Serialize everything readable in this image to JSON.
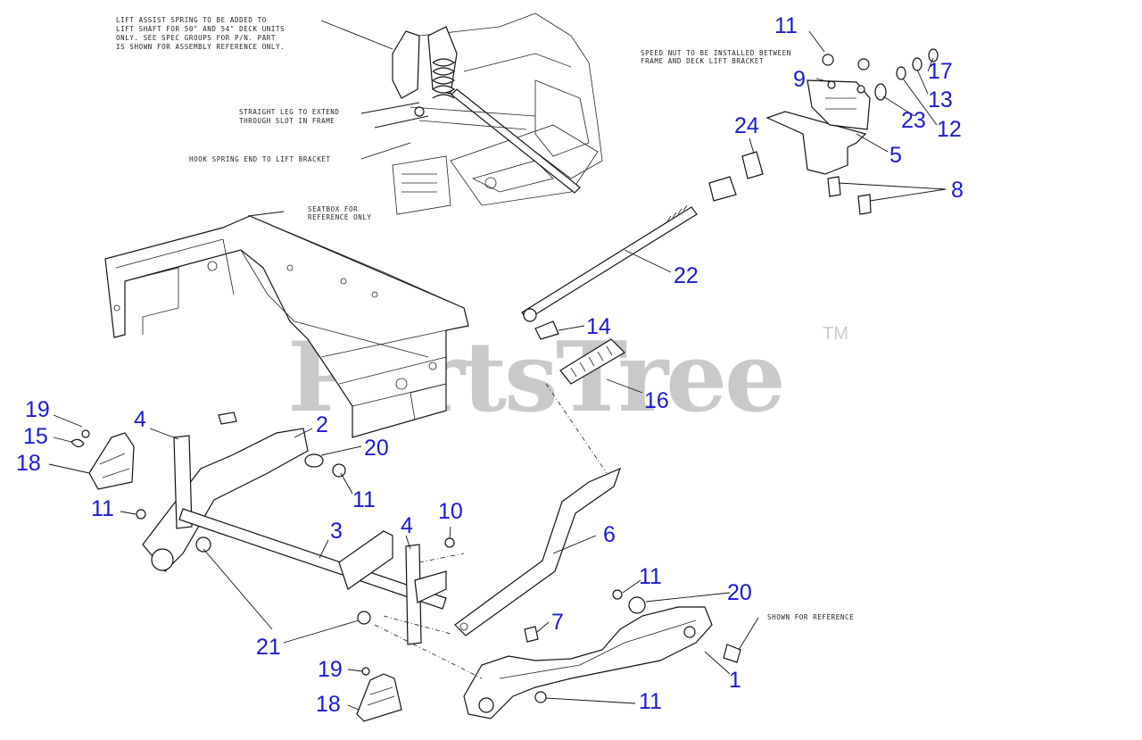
{
  "watermark": {
    "text": "PartsTree",
    "tm": "TM"
  },
  "notes": {
    "lift_assist": [
      "LIFT ASSIST SPRING TO BE ADDED TO",
      "LIFT SHAFT FOR 50\" AND 54\" DECK UNITS",
      "ONLY. SEE SPEC GROUPS FOR P/N. PART",
      "IS SHOWN FOR ASSEMBLY REFERENCE ONLY."
    ],
    "straight_leg": [
      "STRAIGHT LEG TO EXTEND",
      "THROUGH SLOT IN FRAME"
    ],
    "hook_spring": "HOOK SPRING END TO LIFT BRACKET",
    "seatbox": [
      "SEATBOX FOR",
      "REFERENCE ONLY"
    ],
    "speed_nut": [
      "SPEED NUT TO BE INSTALLED BETWEEN",
      "FRAME AND DECK LIFT BRACKET"
    ],
    "shown_ref": "SHOWN FOR REFERENCE"
  },
  "callouts": {
    "c11_top": "11",
    "c17": "17",
    "c9": "9",
    "c13": "13",
    "c23": "23",
    "c12": "12",
    "c24": "24",
    "c5": "5",
    "c8": "8",
    "c22": "22",
    "c14": "14",
    "c16": "16",
    "c19_left": "19",
    "c4_left": "4",
    "c2": "2",
    "c15": "15",
    "c20_left": "20",
    "c18_left": "18",
    "c11_mid": "11",
    "c11_left": "11",
    "c10": "10",
    "c3": "3",
    "c4_mid": "4",
    "c6": "6",
    "c11_right": "11",
    "c20_right": "20",
    "c7": "7",
    "c21": "21",
    "c1": "1",
    "c19_bottom": "19",
    "c18_bottom": "18",
    "c11_bottom": "11"
  }
}
